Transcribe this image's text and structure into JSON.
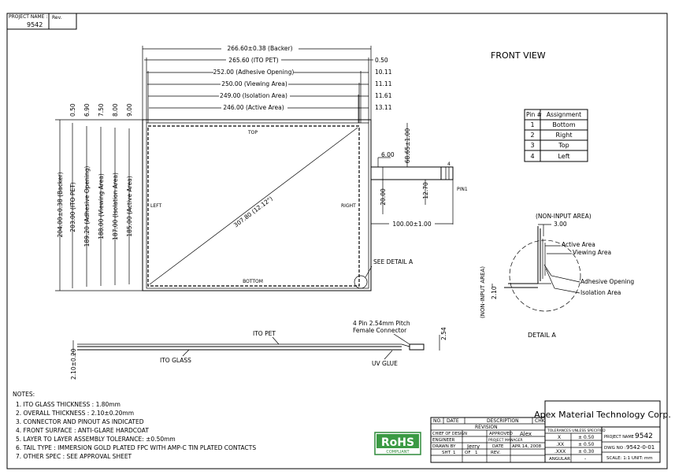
{
  "title_block_top": {
    "project_name_label": "PROJECT NAME :",
    "project_name": "9542",
    "rev_label": "Rev."
  },
  "view_title": "FRONT VIEW",
  "dims_top": [
    {
      "label": "266.60±0.38 (Backer)",
      "right": ""
    },
    {
      "label": "265.60 (ITO PET)",
      "right": "0.50"
    },
    {
      "label": "252.00 (Adhesive Opening)",
      "right": "10.11"
    },
    {
      "label": "250.00 (Viewing Area)",
      "right": "11.11"
    },
    {
      "label": "249.00 (Isolation Area)",
      "right": "11.61"
    },
    {
      "label": "246.00 (Active Area)",
      "right": "13.11"
    }
  ],
  "dims_left": [
    {
      "label": "204.00±0.38 (Backer)",
      "top": ""
    },
    {
      "label": "203.00 (ITO PET)",
      "top": "0.50"
    },
    {
      "label": "189.20 (Adhesive Opening)",
      "top": "6.90"
    },
    {
      "label": "188.00 (Viewing Area)",
      "top": "7.50"
    },
    {
      "label": "187.00 (Isolation Area)",
      "top": "8.00"
    },
    {
      "label": "185.00 (Active Area)",
      "top": "9.00"
    }
  ],
  "panel": {
    "top": "TOP",
    "bottom": "BOTTOM",
    "left": "LEFT",
    "right": "RIGHT",
    "diagonal": "307.80 (12.12\")",
    "see_detail": "SEE DETAIL A"
  },
  "tail": {
    "d1": "6.00",
    "d2": "68.65±1.00",
    "d3": "20.00",
    "d4": "12.70",
    "d5": "100.00±1.00",
    "pin": "PIN1",
    "pin4": "4"
  },
  "pin_table": {
    "headers": [
      "Pin #",
      "Assignment"
    ],
    "rows": [
      [
        "1",
        "Bottom"
      ],
      [
        "2",
        "Right"
      ],
      [
        "3",
        "Top"
      ],
      [
        "4",
        "Left"
      ]
    ]
  },
  "detail": {
    "non_input_top": "(NON-INPUT AREA)",
    "dim_top": "3.00",
    "active": "Active Area",
    "viewing": "Viewing Area",
    "adhesive": "Adhesive Opening",
    "isolation": "Isolation Area",
    "non_input_left": "(NON-INPUT AREA)",
    "dim_left": "2.10",
    "title": "DETAIL A"
  },
  "side": {
    "ito_pet": "ITO PET",
    "ito_glass": "ITO GLASS",
    "uv_glue": "UV GLUE",
    "connector1": "4 Pin 2.54mm Pitch",
    "connector2": "Female Connector",
    "thickness": "2.10±0.20",
    "dim_right": "2.54"
  },
  "notes": {
    "title": "NOTES:",
    "items": [
      "1. ITO GLASS THICKNESS : 1.80mm",
      "2. OVERALL THICKNESS : 2.10±0.20mm",
      "3. CONNECTOR AND PINOUT AS INDICATED",
      "4. FRONT SURFACE : ANTI-GLARE HARDCOAT",
      "5. LAYER TO LAYER ASSEMBLY TOLERANCE: ±0.50mm",
      "6. TAIL TYPE : IMMERSION GOLD PLATED FPC WITH AMP-C TIN PLATED CONTACTS",
      "7. OTHER SPEC : SEE APPROVAL SHEET"
    ]
  },
  "rohs": {
    "mark": "RoHS",
    "sub": "COMPLIANT"
  },
  "title_block": {
    "no": "NO.",
    "date": "DATE",
    "description": "DESCRIPTION",
    "chk": "CHK",
    "revision": "REVISION",
    "chief": "CHIEF OF DESIGN",
    "approved": "APPROVED",
    "approved_by": "Alex",
    "engineer": "ENGINEER",
    "project_manager": "PROJECT MANAGER",
    "drawn_by": "DRAWN BY",
    "drawn_name": "Jerry",
    "date_label": "DATE",
    "date_value": "APR 14, 2008",
    "sht": "SHT",
    "sht_val": "1",
    "of": "OF",
    "of_val": "1",
    "rev": "REV.",
    "company": "Apex Material Technology Corp.",
    "tolerances": "TOLERANCES UNLESS SPECIFIED",
    "tol": [
      [
        "X",
        "± 0.50"
      ],
      [
        ".XX",
        "± 0.50"
      ],
      [
        ".XXX",
        "± 0.30"
      ]
    ],
    "angular": "ANGULAR",
    "angular_val": "-",
    "project_name_label": "PROJECT NAME :",
    "project_name": "9542",
    "dwg_label": "DWG NO :",
    "dwg_no": "9542-0-01",
    "scale": "SCALE: 1:1   UNIT: mm"
  }
}
